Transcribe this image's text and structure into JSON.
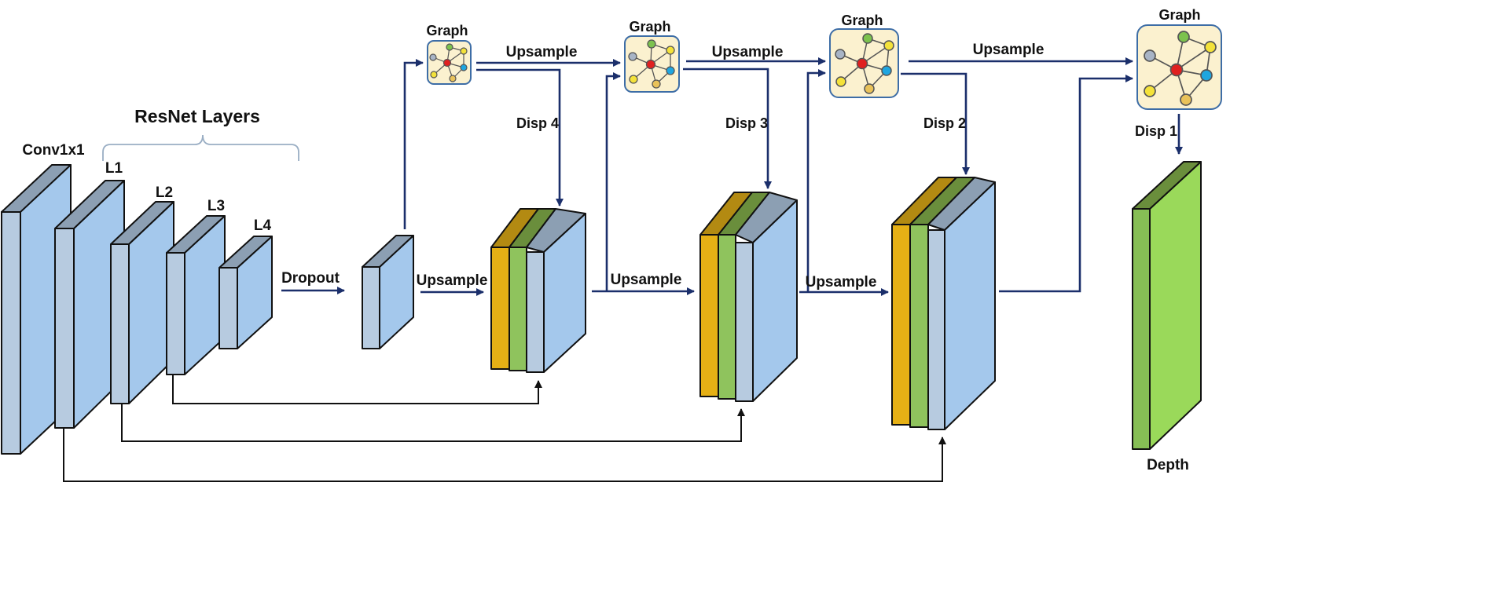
{
  "labels": {
    "resnet_layers": "ResNet Layers",
    "conv1x1": "Conv1x1",
    "l1": "L1",
    "l2": "L2",
    "l3": "L3",
    "l4": "L4",
    "dropout": "Dropout",
    "upsample": "Upsample",
    "graph": "Graph",
    "disp4": "Disp 4",
    "disp3": "Disp 3",
    "disp2": "Disp 2",
    "disp1": "Disp 1",
    "depth": "Depth"
  },
  "colors": {
    "feature_side": "#b7cbe0",
    "feature_front": "#a4c8ec",
    "feature_top": "#8c9fb3",
    "slice_orange": "#e6b015",
    "slice_orange_top": "#b38a12",
    "slice_green": "#8fc35d",
    "slice_green_top": "#6a8e3c",
    "depth_front": "#9ad95a",
    "depth_side": "#86be55",
    "depth_top": "#6a8e3c",
    "graph_bg": "#fbf1cf",
    "graph_border": "#3d6da6",
    "arrow_blue": "#1b2f6b",
    "arrow_black": "#111111"
  },
  "icons": {
    "graph_node": "network-graph-icon"
  }
}
